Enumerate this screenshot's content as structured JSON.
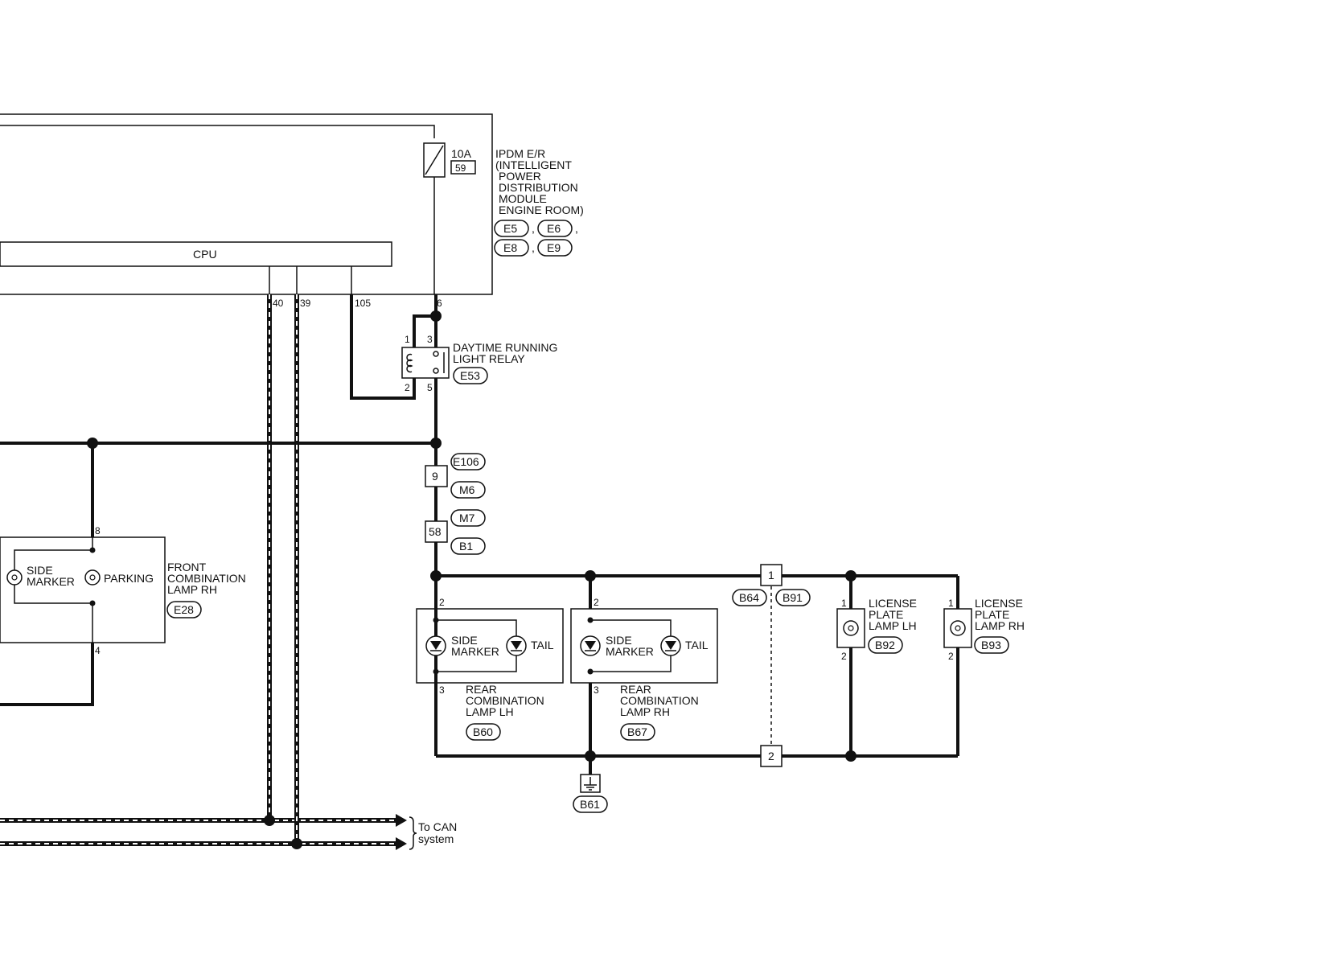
{
  "ipdm": {
    "fuse_rating": "10A",
    "fuse_number": "59",
    "name_lines": [
      "IPDM E/R",
      "(INTELLIGENT",
      "POWER",
      "DISTRIBUTION",
      "MODULE",
      "ENGINE ROOM)"
    ],
    "connectors_row1": [
      "E5",
      "E6"
    ],
    "connectors_row2": [
      "E8",
      "E9"
    ],
    "cpu_label": "CPU",
    "pins": {
      "can_h": "40",
      "can_l": "39",
      "drl": "105",
      "out": "6"
    }
  },
  "relay": {
    "name_lines": [
      "DAYTIME RUNNING",
      "LIGHT RELAY"
    ],
    "connector": "E53",
    "pins": {
      "p1": "1",
      "p2": "2",
      "p3": "3",
      "p5": "5"
    }
  },
  "joints": {
    "j1": {
      "pin": "9",
      "top": "E106",
      "bottom": "M6"
    },
    "j2": {
      "pin": "58",
      "top": "M7",
      "bottom": "B1"
    },
    "j3": {
      "pin_top": "1",
      "pin_bottom": "2",
      "conn_a": "B64",
      "conn_b": "B91"
    }
  },
  "front_lamp": {
    "pin_top": "8",
    "pin_bottom": "4",
    "side_marker_lines": [
      "SIDE",
      "MARKER"
    ],
    "parking": "PARKING",
    "name_lines": [
      "FRONT",
      "COMBINATION",
      "LAMP RH"
    ],
    "connector": "E28"
  },
  "rear_lh": {
    "pin_top": "2",
    "pin_bottom": "3",
    "side_marker_lines": [
      "SIDE",
      "MARKER"
    ],
    "tail": "TAIL",
    "name_lines": [
      "REAR",
      "COMBINATION",
      "LAMP LH"
    ],
    "connector": "B60"
  },
  "rear_rh": {
    "pin_top": "2",
    "pin_bottom": "3",
    "side_marker_lines": [
      "SIDE",
      "MARKER"
    ],
    "tail": "TAIL",
    "name_lines": [
      "REAR",
      "COMBINATION",
      "LAMP RH"
    ],
    "connector": "B67"
  },
  "license_lh": {
    "pin_top": "1",
    "pin_bottom": "2",
    "name_lines": [
      "LICENSE",
      "PLATE",
      "LAMP LH"
    ],
    "connector": "B92"
  },
  "license_rh": {
    "pin_top": "1",
    "pin_bottom": "2",
    "name_lines": [
      "LICENSE",
      "PLATE",
      "LAMP RH"
    ],
    "connector": "B93"
  },
  "ground": {
    "connector": "B61"
  },
  "can": {
    "label_lines": [
      "To CAN",
      "system"
    ]
  }
}
